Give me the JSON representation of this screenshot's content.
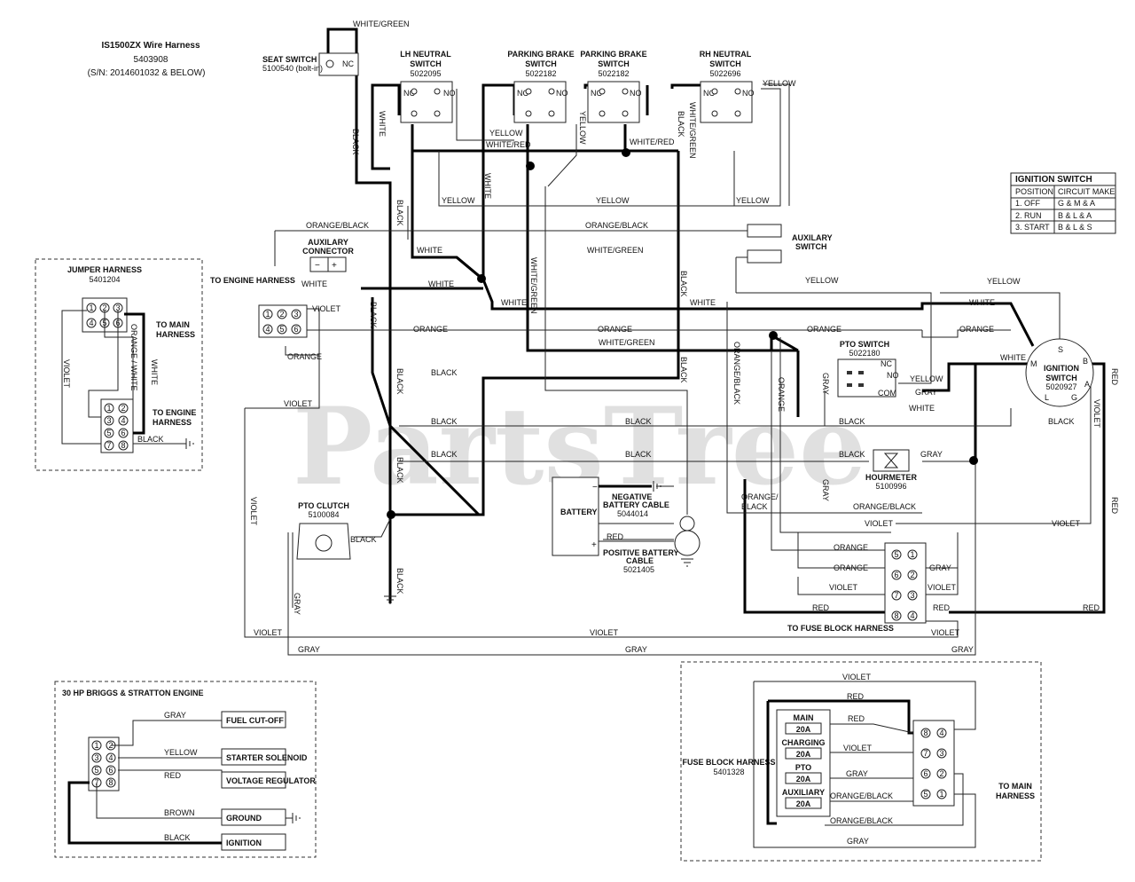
{
  "title": {
    "name": "IS1500ZX Wire Harness",
    "part": "5403908",
    "serial": "(S/N: 2014601032 & BELOW)"
  },
  "watermark": "PartsTree",
  "components": {
    "seat_switch": {
      "label": "SEAT SWITCH",
      "part": "5100540 (bolt-in)",
      "nc": "NC"
    },
    "lh_neutral": {
      "label1": "LH NEUTRAL",
      "label2": "SWITCH",
      "part": "5022095",
      "nc": "NC",
      "no": "NO"
    },
    "parking_brake_1": {
      "label1": "PARKING BRAKE",
      "label2": "SWITCH",
      "part": "5022182",
      "nc": "NC",
      "no": "NO"
    },
    "parking_brake_2": {
      "label1": "PARKING BRAKE",
      "label2": "SWITCH",
      "part": "5022182",
      "nc": "NC",
      "no": "NO"
    },
    "rh_neutral": {
      "label1": "RH NEUTRAL",
      "label2": "SWITCH",
      "part": "5022696",
      "nc": "NC",
      "no": "NO"
    },
    "auxiliary_connector": {
      "label1": "AUXILARY",
      "label2": "CONNECTOR",
      "minus": "−",
      "plus": "+"
    },
    "auxiliary_switch": {
      "label1": "AUXILARY",
      "label2": "SWITCH"
    },
    "to_engine_harness": "TO ENGINE HARNESS",
    "pto_switch": {
      "label": "PTO SWITCH",
      "part": "5022180",
      "nc": "NC",
      "no": "NO",
      "com": "COM"
    },
    "ignition_switch": {
      "label1": "IGNITION",
      "label2": "SWITCH",
      "part": "5020927",
      "s": "S",
      "m": "M",
      "a": "A",
      "b": "B",
      "l": "L",
      "g": "G"
    },
    "hourmeter": {
      "label": "HOURMETER",
      "part": "5100996"
    },
    "pto_clutch": {
      "label": "PTO CLUTCH",
      "part": "5100084"
    },
    "battery": {
      "label": "BATTERY",
      "minus": "−",
      "plus": "+"
    },
    "negative_cable": {
      "label1": "NEGATIVE",
      "label2": "BATTERY CABLE",
      "part": "5044014"
    },
    "positive_cable": {
      "label1": "POSITIVE BATTERY",
      "label2": "CABLE",
      "part": "5021405"
    },
    "to_fuse_block": "TO FUSE BLOCK HARNESS"
  },
  "ignition_table": {
    "title": "IGNITION SWITCH",
    "headers": [
      "POSITION",
      "CIRCUIT MAKE"
    ],
    "rows": [
      [
        "1. OFF",
        "G & M & A"
      ],
      [
        "2. RUN",
        "B & L & A"
      ],
      [
        "3. START",
        "B & L & S"
      ]
    ]
  },
  "jumper_harness": {
    "title": "JUMPER HARNESS",
    "part": "5401204",
    "to_main1": "TO MAIN",
    "to_main2": "HARNESS",
    "to_engine1": "TO ENGINE",
    "to_engine2": "HARNESS",
    "wires": {
      "violet": "VIOLET",
      "orange_white": "ORANGE / WHITE",
      "white": "WHITE",
      "black": "BLACK"
    },
    "pins_top": [
      "1",
      "2",
      "3",
      "4",
      "5",
      "6"
    ],
    "pins_bottom": [
      "1",
      "2",
      "3",
      "4",
      "5",
      "6",
      "7",
      "8"
    ]
  },
  "engine_box": {
    "title": "30 HP BRIGGS & STRATTON ENGINE",
    "items": [
      "FUEL CUT-OFF",
      "STARTER SOLENOID",
      "VOLTAGE REGULATOR",
      "GROUND",
      "IGNITION"
    ],
    "wires": [
      "GRAY",
      "YELLOW",
      "RED",
      "BROWN",
      "BLACK"
    ],
    "pins": [
      "1",
      "2",
      "3",
      "4",
      "5",
      "6",
      "7",
      "8"
    ]
  },
  "fuse_block": {
    "title": "FUSE BLOCK HARNESS",
    "part": "5401328",
    "to_main1": "TO MAIN",
    "to_main2": "HARNESS",
    "fuses": [
      {
        "name": "MAIN",
        "rating": "20A"
      },
      {
        "name": "CHARGING",
        "rating": "20A"
      },
      {
        "name": "PTO",
        "rating": "20A"
      },
      {
        "name": "AUXILIARY",
        "rating": "20A"
      }
    ],
    "wires": {
      "violet": "VIOLET",
      "red": "RED",
      "gray": "GRAY",
      "orange_black": "ORANGE/BLACK"
    },
    "pins": [
      "8",
      "4",
      "7",
      "3",
      "6",
      "2",
      "5",
      "1"
    ]
  },
  "main_connector_pins": [
    "5",
    "1",
    "6",
    "2",
    "7",
    "3",
    "8",
    "4"
  ],
  "engine_connector_pins": [
    "1",
    "2",
    "3",
    "4",
    "5",
    "6"
  ],
  "wire_labels": {
    "white_green": "WHITE/GREEN",
    "white_red": "WHITE/RED",
    "black": "BLACK",
    "white": "WHITE",
    "yellow": "YELLOW",
    "orange_black": "ORANGE/BLACK",
    "orange": "ORANGE",
    "violet": "VIOLET",
    "gray": "GRAY",
    "red": "RED",
    "white_green_v": "WHITE/GREEN",
    "orange_black_v": "ORANGE/BLACK",
    "orange_slash_black": "ORANGE/",
    "black2": "BLACK"
  }
}
